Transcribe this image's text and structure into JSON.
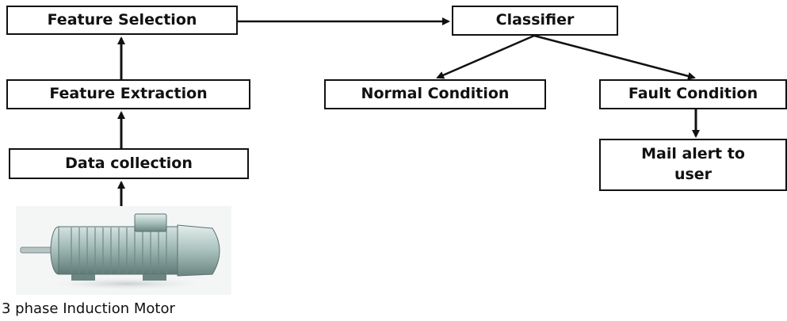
{
  "nodes": {
    "feature_selection": "Feature Selection",
    "feature_extraction": "Feature Extraction",
    "data_collection": "Data collection",
    "classifier": "Classifier",
    "normal_condition": "Normal Condition",
    "fault_condition": "Fault Condition",
    "mail_alert_line1": "Mail alert to",
    "mail_alert_line2": "user"
  },
  "motor": {
    "icon": "induction-motor-image",
    "caption": "3 phase Induction Motor"
  },
  "colors": {
    "line": "#111111",
    "box_border": "#111111",
    "motor_body": "#9fb8b4"
  }
}
